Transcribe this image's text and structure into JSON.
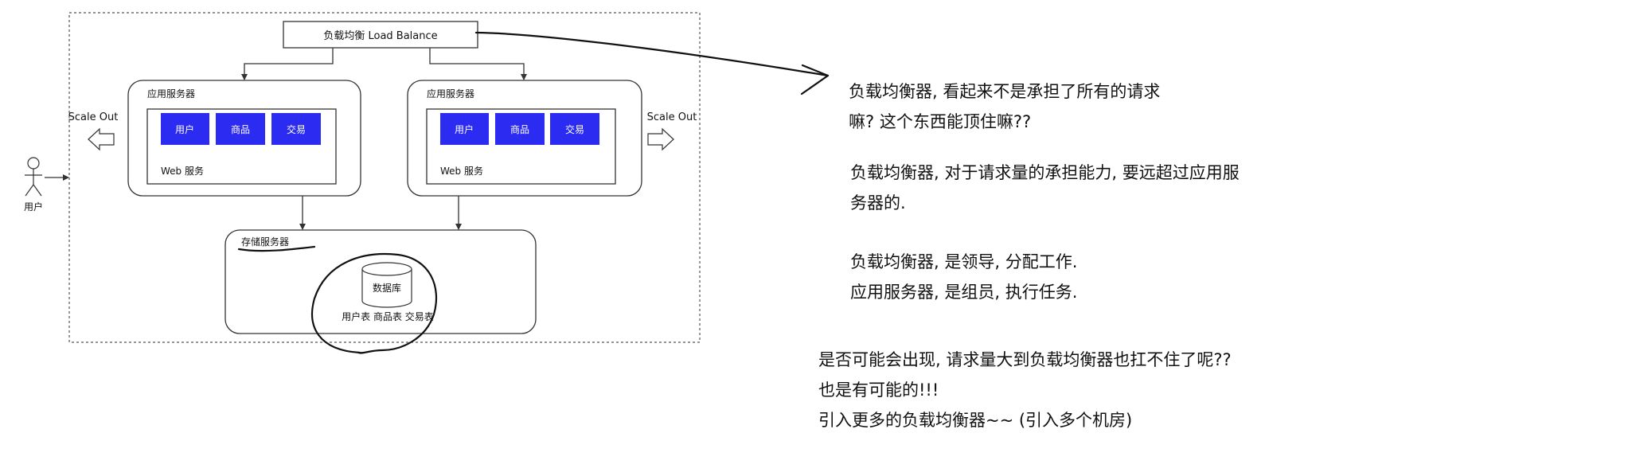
{
  "diagram": {
    "load_balancer": "负载均衡 Load Balance",
    "app_servers": [
      {
        "title": "应用服务器",
        "web_label": "Web 服务",
        "modules": [
          "用户",
          "商品",
          "交易"
        ]
      },
      {
        "title": "应用服务器",
        "web_label": "Web 服务",
        "modules": [
          "用户",
          "商品",
          "交易"
        ]
      }
    ],
    "scale_out_left": "Scale Out",
    "scale_out_right": "Scale Out",
    "user_label": "用户",
    "storage": {
      "title": "存储服务器",
      "db_label": "数据库",
      "tables": "用户表 商品表 交易表"
    },
    "colors": {
      "module_fill": "#2b2bf2",
      "module_text": "#ffffff",
      "stroke": "#333333",
      "ink": "#111111"
    }
  },
  "notes": {
    "block1": [
      "负载均衡器, 看起来不是承担了所有的请求",
      "嘛? 这个东西能顶住嘛??"
    ],
    "block2": [
      "负载均衡器, 对于请求量的承担能力, 要远超过应用服",
      "务器的."
    ],
    "block3": [
      "负载均衡器, 是领导, 分配工作.",
      "应用服务器, 是组员, 执行任务."
    ],
    "block4": [
      "是否可能会出现, 请求量大到负载均衡器也扛不住了呢??",
      "也是有可能的!!!",
      "引入更多的负载均衡器~~ (引入多个机房)"
    ]
  }
}
